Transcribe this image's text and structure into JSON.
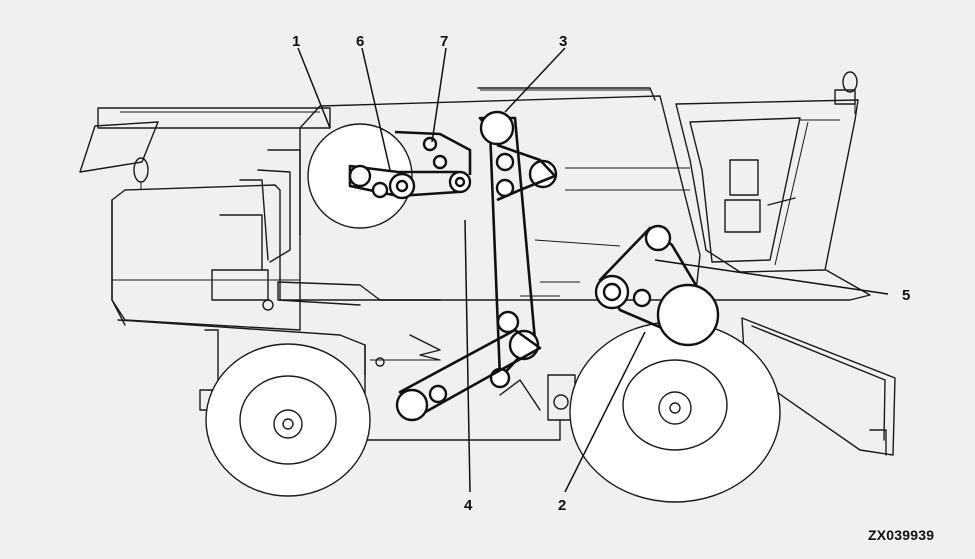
{
  "callouts": [
    {
      "id": "callout-1",
      "label": "1"
    },
    {
      "id": "callout-6",
      "label": "6"
    },
    {
      "id": "callout-7",
      "label": "7"
    },
    {
      "id": "callout-3",
      "label": "3"
    },
    {
      "id": "callout-5",
      "label": "5"
    },
    {
      "id": "callout-4",
      "label": "4"
    },
    {
      "id": "callout-2",
      "label": "2"
    }
  ],
  "figure_code": "ZX039939"
}
